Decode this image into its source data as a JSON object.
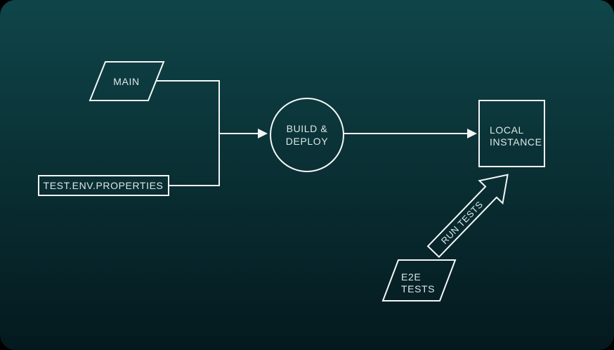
{
  "colors": {
    "page_background": "#000000",
    "background_top": "#0f4549",
    "background_bottom": "#04191e",
    "stroke": "#f4f7f7",
    "text": "#dde8e7"
  },
  "nodes": {
    "main": {
      "label": "MAIN"
    },
    "test_env_properties": {
      "label": "TEST.ENV.PROPERTIES"
    },
    "build_deploy": {
      "line1": "BUILD &",
      "line2": "DEPLOY"
    },
    "local_instance": {
      "line1": "LOCAL",
      "line2": "INSTANCE"
    },
    "e2e_tests": {
      "line1": "E2E",
      "line2": "TESTS"
    },
    "run_tests": {
      "label": "RUN TESTS"
    }
  }
}
